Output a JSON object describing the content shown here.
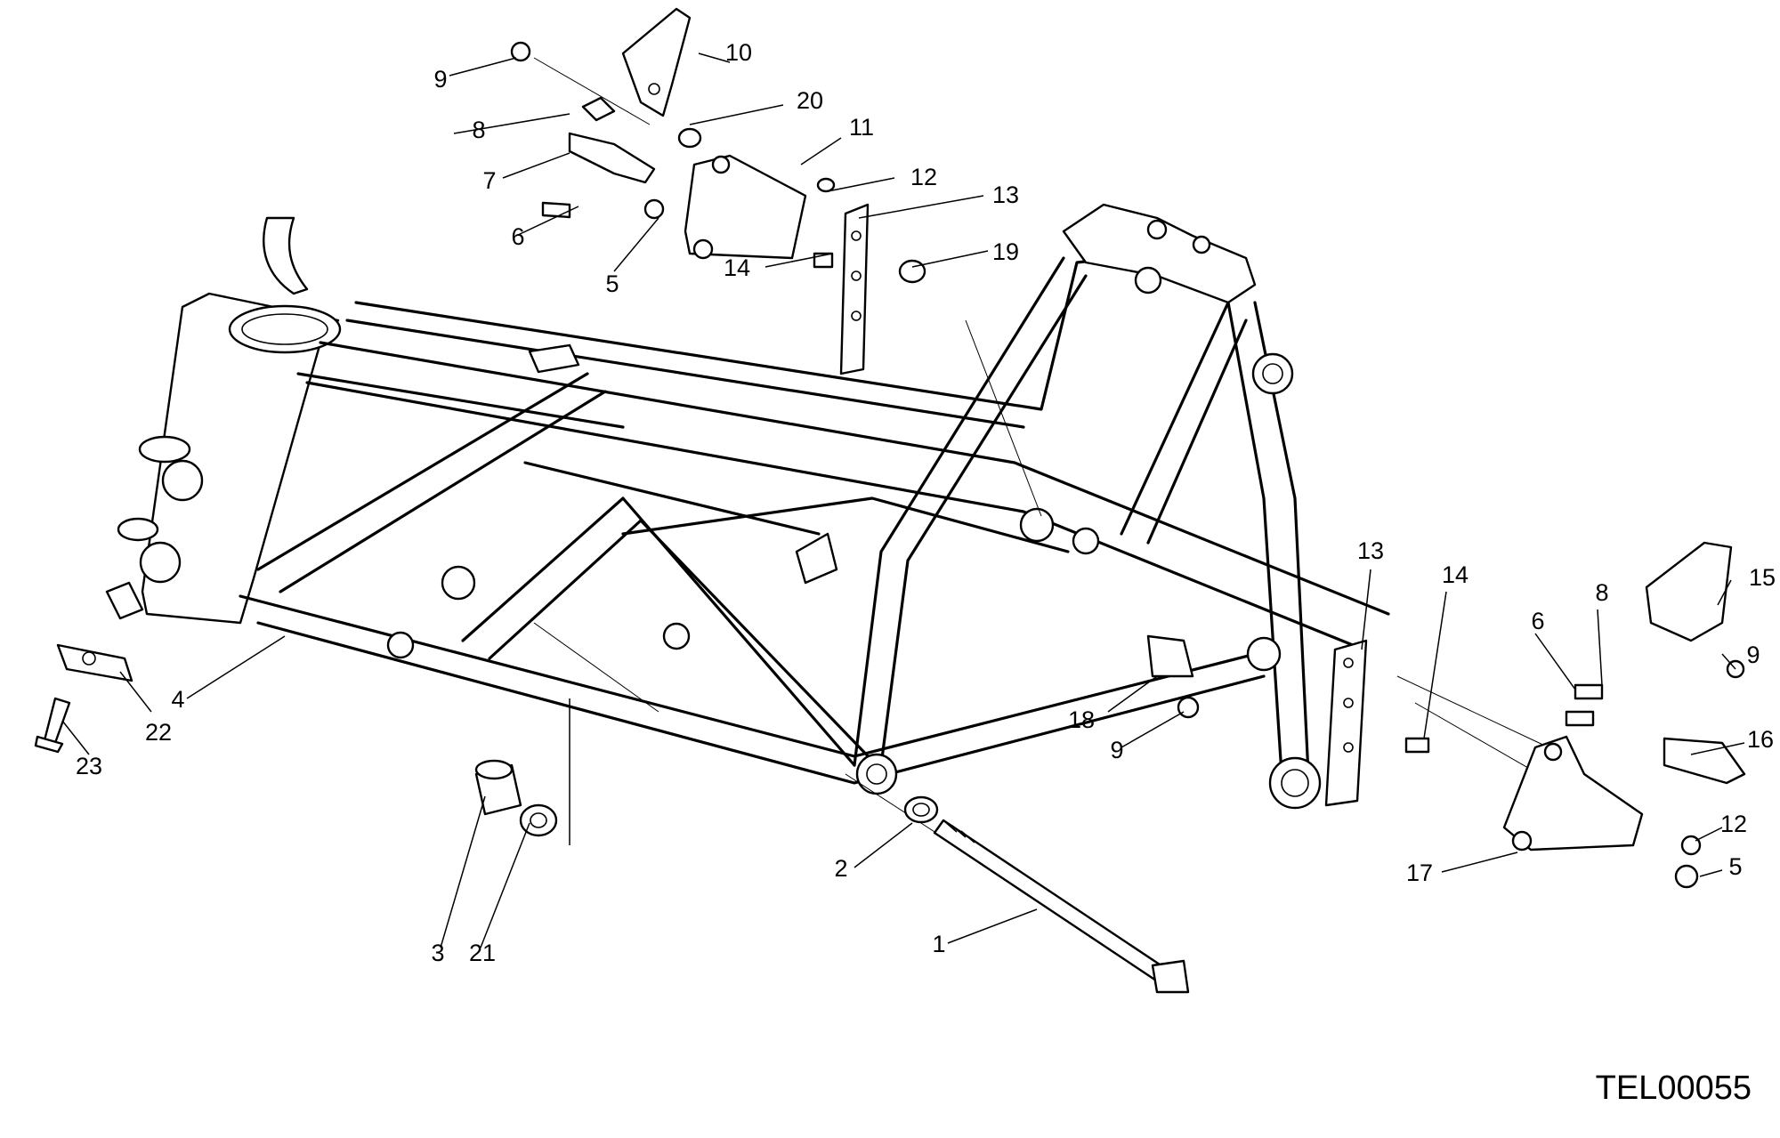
{
  "drawing": {
    "code": "TEL00055",
    "callouts": {
      "c1": "1",
      "c2": "2",
      "c3": "3",
      "c4": "4",
      "c5a": "5",
      "c5b": "5",
      "c6a": "6",
      "c6b": "6",
      "c7": "7",
      "c8a": "8",
      "c8b": "8",
      "c9a": "9",
      "c9b": "9",
      "c9c": "9",
      "c10": "10",
      "c11": "11",
      "c12a": "12",
      "c12b": "12",
      "c13a": "13",
      "c13b": "13",
      "c14a": "14",
      "c14b": "14",
      "c15": "15",
      "c16": "16",
      "c17": "17",
      "c18": "18",
      "c19": "19",
      "c20": "20",
      "c21": "21",
      "c22": "22",
      "c23": "23"
    }
  },
  "colors": {
    "ink": "#000000",
    "paper": "#ffffff"
  }
}
